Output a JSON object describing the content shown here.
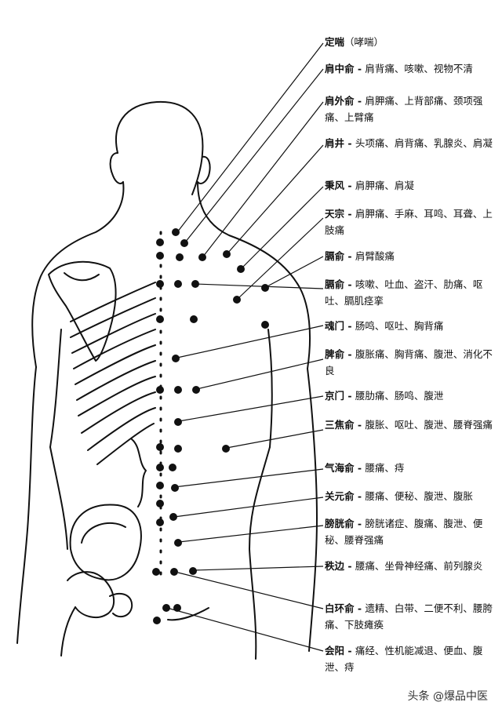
{
  "points": [
    {
      "name": "定喘",
      "sep": "",
      "desc": "（哮喘）"
    },
    {
      "name": "肩中俞",
      "sep": " - ",
      "desc": "肩背痛、咳嗽、视物不清"
    },
    {
      "name": "肩外俞",
      "sep": " - ",
      "desc": "肩胛痛、上背部痛、颈项强痛、上臂痛"
    },
    {
      "name": "肩井",
      "sep": " - ",
      "desc": "头项痛、肩背痛、乳腺炎、肩凝"
    },
    {
      "name": "秉风",
      "sep": " - ",
      "desc": "肩胛痛、肩凝"
    },
    {
      "name": "天宗",
      "sep": " - ",
      "desc": "肩胛痛、手麻、耳鸣、耳聋、上肢痛"
    },
    {
      "name": "膈俞",
      "sep": " - ",
      "desc": "肩臂酸痛"
    },
    {
      "name": "膈俞",
      "sep": " - ",
      "desc": "咳嗽、吐血、盗汗、肋痛、呕吐、膈肌痉挛"
    },
    {
      "name": "魂门",
      "sep": " - ",
      "desc": "肠鸣、呕吐、胸背痛"
    },
    {
      "name": "脾俞",
      "sep": " - ",
      "desc": "腹胀痛、胸背痛、腹泄、消化不良"
    },
    {
      "name": "京门",
      "sep": " - ",
      "desc": "腰肋痛、肠鸣、腹泄"
    },
    {
      "name": "三焦俞",
      "sep": " - ",
      "desc": "腹胀、呕吐、腹泄、腰脊强痛"
    },
    {
      "name": "气海俞",
      "sep": " - ",
      "desc": "腰痛、痔"
    },
    {
      "name": "关元俞",
      "sep": " - ",
      "desc": "腰痛、便秘、腹泄、腹胀"
    },
    {
      "name": "膀胱俞",
      "sep": " - ",
      "desc": "膀胱诸症、腹痛、腹泄、便秘、腰脊强痛"
    },
    {
      "name": "秩边",
      "sep": " - ",
      "desc": "腰痛、坐骨神经痛、前列腺炎"
    },
    {
      "name": "白环俞",
      "sep": " - ",
      "desc": "遗精、白带、二便不利、腰胯痛、下肢瘫痪"
    },
    {
      "name": "会阳",
      "sep": " - ",
      "desc": "痛经、性机能减退、便血、腹泄、痔"
    }
  ],
  "watermark": "头条 @爆品中医"
}
